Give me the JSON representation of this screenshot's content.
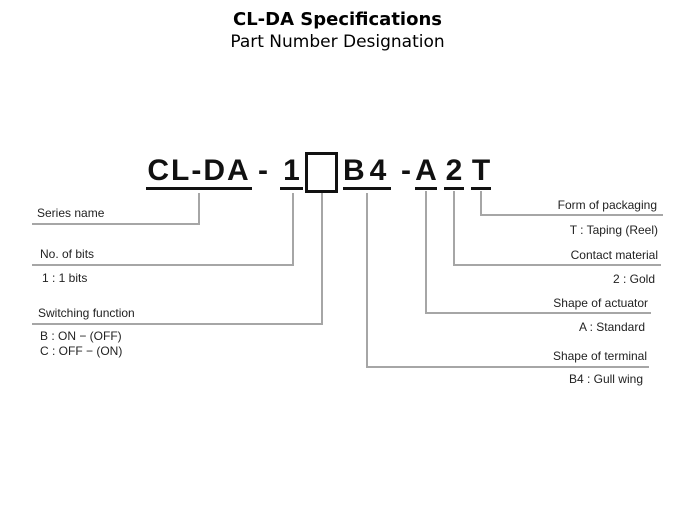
{
  "header": {
    "title": "CL-DA Specifications",
    "subtitle": "Part Number Designation"
  },
  "part_number": {
    "series": "CL-DA",
    "separator1": "-",
    "bits": "1",
    "box": "empty-box-placeholder",
    "terminal": "B4",
    "separator2": "-",
    "actuator": "A",
    "contact": "2",
    "packaging": "T"
  },
  "fields": {
    "series": {
      "label": "Series name",
      "values": []
    },
    "bits": {
      "label": "No. of bits",
      "values": [
        "1 : 1 bits"
      ]
    },
    "switching": {
      "label": "Switching function",
      "values": [
        "B : ON − (OFF)",
        "C : OFF − (ON)"
      ]
    },
    "terminal": {
      "label": "Shape of terminal",
      "values": [
        "B4 : Gull wing"
      ]
    },
    "actuator": {
      "label": "Shape of actuator",
      "values": [
        "A : Standard"
      ]
    },
    "contact": {
      "label": "Contact material",
      "values": [
        "2 : Gold"
      ]
    },
    "packaging": {
      "label": "Form of packaging",
      "values": [
        "T : Taping (Reel)"
      ]
    }
  },
  "colors": {
    "text": "#1a1a1a",
    "part_number": "#111111",
    "connector_line": "#a6a6a6",
    "background": "#ffffff"
  }
}
